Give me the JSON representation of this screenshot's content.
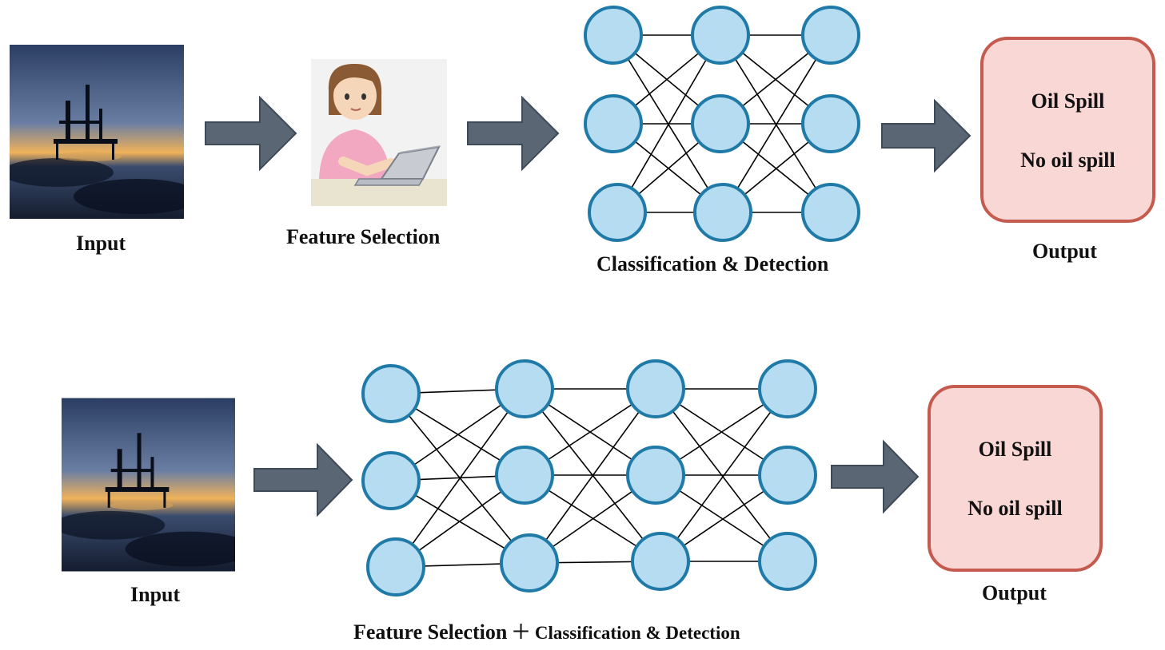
{
  "top": {
    "input_label": "Input",
    "feature_label": "Feature Selection",
    "network_label": "Classification & Detection",
    "output_label": "Output",
    "output_classes": [
      "Oil Spill",
      "No oil spill"
    ]
  },
  "bottom": {
    "input_label": "Input",
    "network_label_part1": "Feature Selection",
    "network_label_plus": "+",
    "network_label_part2": "Classification & Detection",
    "output_label": "Output",
    "output_classes": [
      "Oil Spill",
      "No oil spill"
    ]
  },
  "icons": {
    "input_image": "offshore-oil-platform-photo",
    "person": "person-with-laptop-icon",
    "arrow": "right-arrow-icon"
  },
  "colors": {
    "node_fill": "#b5dcf0",
    "node_stroke": "#1f7aa7",
    "arrow_fill": "#5a6674",
    "output_fill": "#f8d7d4",
    "output_stroke": "#c55a4e"
  }
}
